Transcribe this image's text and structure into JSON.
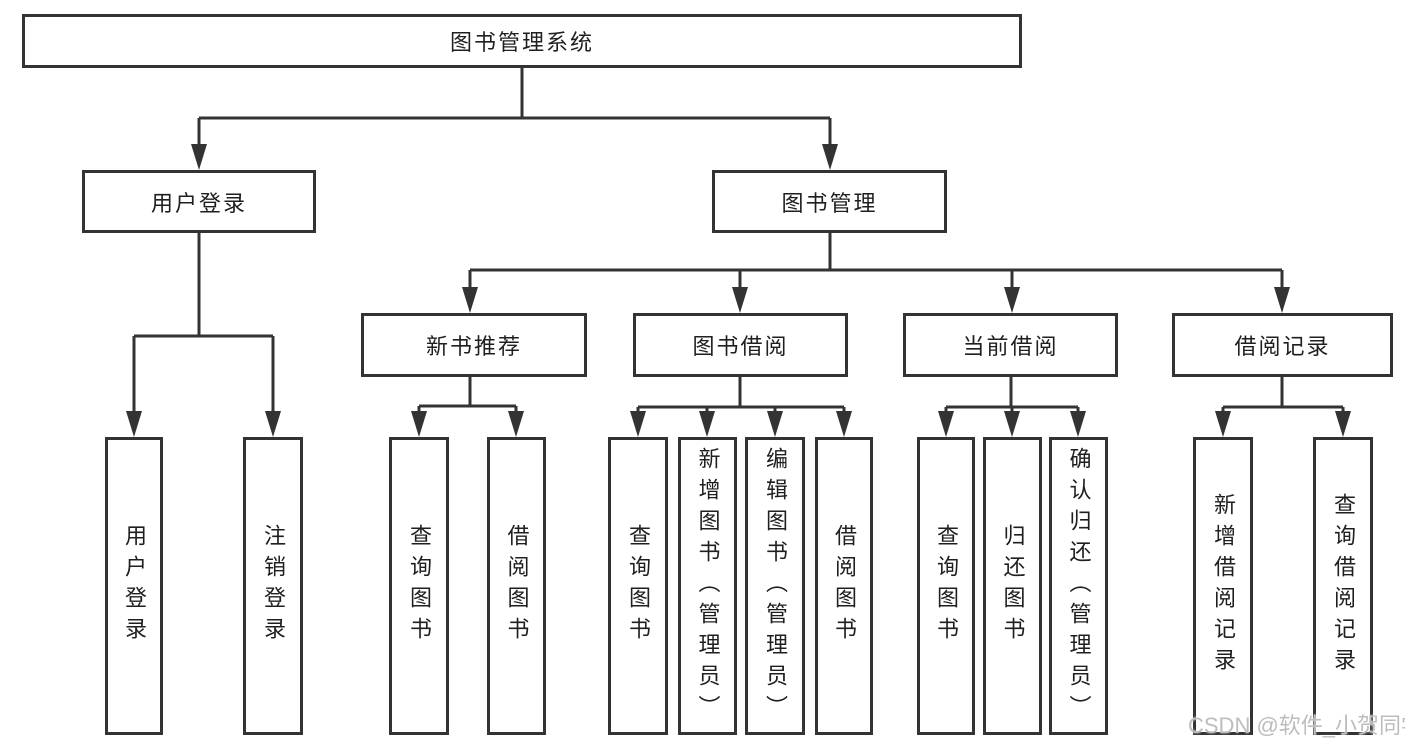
{
  "nodes": {
    "root": {
      "label": "图书管理系统"
    },
    "user_login": {
      "label": "用户登录",
      "children": [
        {
          "label": "用户登录"
        },
        {
          "label": "注销登录"
        }
      ]
    },
    "book_mgmt": {
      "label": "图书管理"
    },
    "new_book_rec": {
      "label": "新书推荐",
      "children": [
        {
          "label": "查询图书"
        },
        {
          "label": "借阅图书"
        }
      ]
    },
    "book_borrow": {
      "label": "图书借阅",
      "children": [
        {
          "label": "查询图书"
        },
        {
          "label": "新增图书（管理员）"
        },
        {
          "label": "编辑图书（管理员）"
        },
        {
          "label": "借阅图书"
        }
      ]
    },
    "current_borrow": {
      "label": "当前借阅",
      "children": [
        {
          "label": "查询图书"
        },
        {
          "label": "归还图书"
        },
        {
          "label": "确认归还（管理员）"
        }
      ]
    },
    "borrow_record": {
      "label": "借阅记录",
      "children": [
        {
          "label": "新增借阅记录"
        },
        {
          "label": "查询借阅记录"
        }
      ]
    }
  },
  "watermark": {
    "text": "CSDN @软件_小贺同学"
  },
  "colors": {
    "line": "#333333",
    "text": "#1f1f1f",
    "watermark": "#bdbdbd",
    "background": "#ffffff"
  }
}
